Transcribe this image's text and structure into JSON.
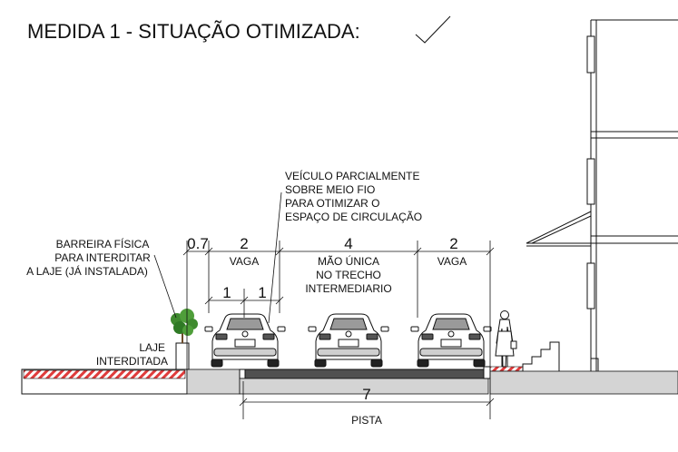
{
  "title": "MEDIDA 1 - SITUAÇÃO OTIMIZADA:",
  "check_icon": "checkmark-icon",
  "annotations": {
    "vehicle_note": [
      "VEÍCULO PARCIALMENTE",
      "SOBRE MEIO FIO",
      "PARA OTIMIZAR O",
      "ESPAÇO DE CIRCULAÇÃO"
    ],
    "barrier_note": [
      "BARREIRA FÍSICA",
      "PARA INTERDITAR",
      "A LAJE (JÁ INSTALADA)"
    ],
    "slab_note": [
      "LAJE",
      "INTERDITADA"
    ]
  },
  "dimensions": {
    "d_07": "0.7",
    "d_vaga_left": "2",
    "d_lane": "4",
    "d_vaga_right": "2",
    "d_half_a": "1",
    "d_half_b": "1",
    "d_pista": "7"
  },
  "zones": {
    "vaga_left": "VAGA",
    "lane": [
      "MÃO ÚNICA",
      "NO TRECHO",
      "INTERMEDIARIO"
    ],
    "vaga_right": "VAGA",
    "pista": "PISTA"
  },
  "colors": {
    "line": "#111111",
    "sidewalk": "#d4d4d4",
    "road": "#505050",
    "hatch": "#e03c3c",
    "plant": "#3f8a2f"
  }
}
